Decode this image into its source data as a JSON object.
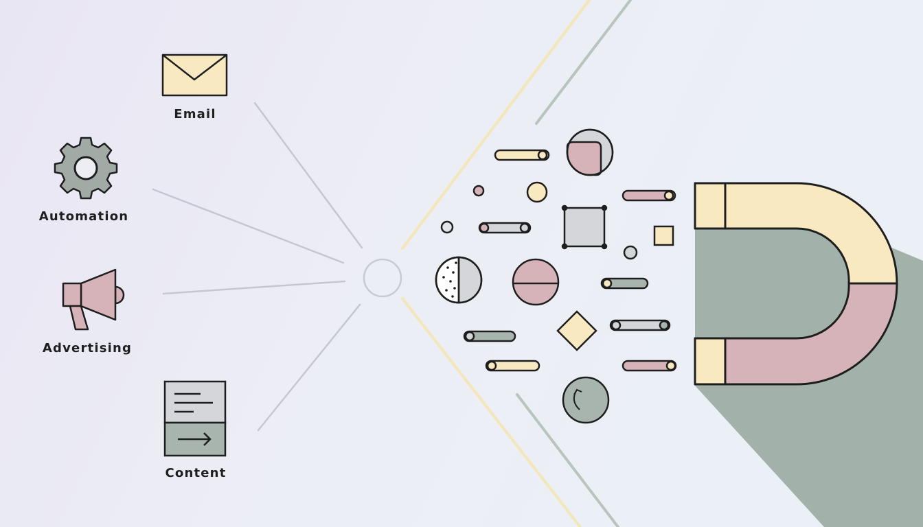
{
  "channels": {
    "email": {
      "label": "Email",
      "icon": "envelope-icon"
    },
    "automation": {
      "label": "Automation",
      "icon": "gear-icon"
    },
    "advertising": {
      "label": "Advertising",
      "icon": "megaphone-icon"
    },
    "content": {
      "label": "Content",
      "icon": "document-arrow-icon"
    }
  },
  "center": {
    "icon": "hub-circle-icon"
  },
  "attractor": {
    "icon": "magnet-icon"
  },
  "colors": {
    "cream": "#f8e9c0",
    "rose": "#d6b3b8",
    "sage": "#a8b5ae",
    "gray": "#d4d6da",
    "gear": "#a2aaa6",
    "outline": "#1e1e1e",
    "connector": "#c5c5d2",
    "beam_yellow": "#f3e6b8",
    "beam_green": "#b9c4bd"
  }
}
